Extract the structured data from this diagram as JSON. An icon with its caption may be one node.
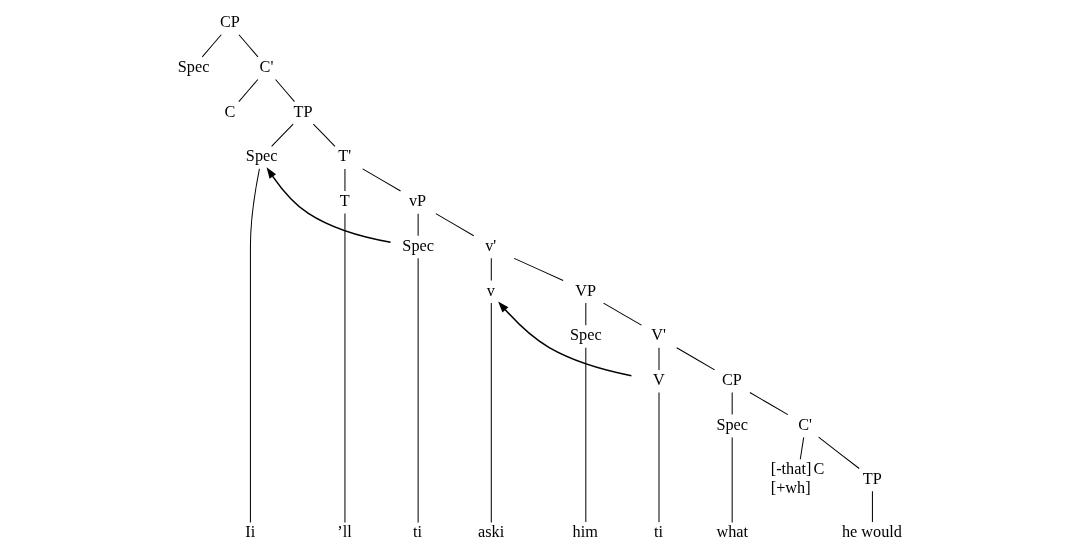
{
  "diagram": {
    "nodes": [
      {
        "text": [
          "CP"
        ]
      },
      {
        "text": [
          "Spec"
        ]
      },
      {
        "text": [
          "C'"
        ]
      },
      {
        "text": [
          "C"
        ]
      },
      {
        "text": [
          "TP"
        ]
      },
      {
        "text": [
          "Spec"
        ]
      },
      {
        "text": [
          "T'"
        ]
      },
      {
        "text": [
          "T"
        ]
      },
      {
        "text": [
          "vP"
        ]
      },
      {
        "text": [
          "Spec"
        ]
      },
      {
        "text": [
          "v'"
        ]
      },
      {
        "text": [
          "v"
        ]
      },
      {
        "text": [
          "VP"
        ]
      },
      {
        "text": [
          "Spec"
        ]
      },
      {
        "text": [
          "V'"
        ]
      },
      {
        "text": [
          "V"
        ]
      },
      {
        "text": [
          "CP"
        ]
      },
      {
        "text": [
          "Spec"
        ]
      },
      {
        "text": [
          "C'"
        ]
      },
      {
        "text": [
          "C"
        ],
        "beside": [
          "[-that]",
          "[+wh]"
        ]
      },
      {
        "text": [
          "TP"
        ]
      },
      {
        "text": [
          "Ii"
        ]
      },
      {
        "text": [
          "’ll"
        ]
      },
      {
        "text": [
          "ti"
        ]
      },
      {
        "text": [
          "aski"
        ]
      },
      {
        "text": [
          "him"
        ]
      },
      {
        "text": [
          "ti"
        ]
      },
      {
        "text": [
          "what"
        ]
      },
      {
        "text": [
          "he would"
        ]
      }
    ],
    "edges": [
      {
        "from": 0,
        "to": 1,
        "arrow": "none"
      },
      {
        "from": 0,
        "to": 2,
        "arrow": "none"
      },
      {
        "from": 2,
        "to": 3,
        "arrow": "none"
      },
      {
        "from": 2,
        "to": 4,
        "arrow": "none"
      },
      {
        "from": 4,
        "to": 5,
        "arrow": "none"
      },
      {
        "from": 4,
        "to": 6,
        "arrow": "none"
      },
      {
        "from": 6,
        "to": 7,
        "arrow": "none"
      },
      {
        "from": 6,
        "to": 8,
        "arrow": "none"
      },
      {
        "from": 8,
        "to": 9,
        "arrow": "none"
      },
      {
        "from": 8,
        "to": 10,
        "arrow": "none"
      },
      {
        "from": 10,
        "to": 11,
        "arrow": "none"
      },
      {
        "from": 10,
        "to": 12,
        "arrow": "none"
      },
      {
        "from": 12,
        "to": 13,
        "arrow": "none"
      },
      {
        "from": 12,
        "to": 14,
        "arrow": "none"
      },
      {
        "from": 14,
        "to": 15,
        "arrow": "none"
      },
      {
        "from": 14,
        "to": 16,
        "arrow": "none"
      },
      {
        "from": 16,
        "to": 17,
        "arrow": "none"
      },
      {
        "from": 16,
        "to": 18,
        "arrow": "none"
      },
      {
        "from": 18,
        "to": 19,
        "arrow": "none"
      },
      {
        "from": 18,
        "to": 20,
        "arrow": "none"
      },
      {
        "from": 5,
        "to": 21,
        "arrow": "none"
      },
      {
        "from": 7,
        "to": 22,
        "arrow": "none"
      },
      {
        "from": 9,
        "to": 23,
        "arrow": "none"
      },
      {
        "from": 11,
        "to": 24,
        "arrow": "none"
      },
      {
        "from": 13,
        "to": 25,
        "arrow": "none"
      },
      {
        "from": 15,
        "to": 26,
        "arrow": "none"
      },
      {
        "from": 17,
        "to": 27,
        "arrow": "none"
      },
      {
        "from": 20,
        "to": 28,
        "arrow": "none"
      },
      {
        "from": 9,
        "to": 5,
        "arrow": "to"
      },
      {
        "from": 15,
        "to": 11,
        "arrow": "to"
      }
    ]
  }
}
